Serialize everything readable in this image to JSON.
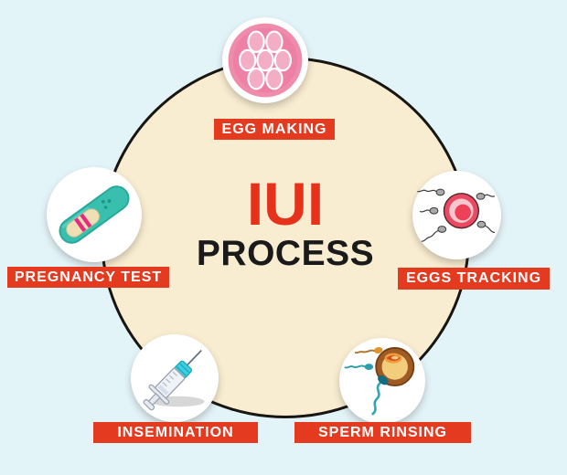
{
  "infographic": {
    "title": {
      "main": "IUI",
      "sub": "PROCESS"
    },
    "steps": [
      {
        "label": "EGG MAKING",
        "icon": "egg-cluster-icon",
        "position": "top"
      },
      {
        "label": "EGGS TRACKING",
        "icon": "egg-with-sperm-icon",
        "position": "right"
      },
      {
        "label": "SPERM RINSING",
        "icon": "sperm-washing-icon",
        "position": "bottom-right"
      },
      {
        "label": "INSEMINATION",
        "icon": "syringe-icon",
        "position": "bottom-left"
      },
      {
        "label": "PREGNANCY TEST",
        "icon": "pregnancy-test-icon",
        "position": "left"
      }
    ],
    "colors": {
      "background": "#e3f4f9",
      "circle_fill": "#f8ecd1",
      "circle_outline": "#181512",
      "banner_background": "#e43a20",
      "banner_text": "#ffffff",
      "title_main": "#e7321b",
      "title_sub": "#1a1a1a"
    }
  }
}
